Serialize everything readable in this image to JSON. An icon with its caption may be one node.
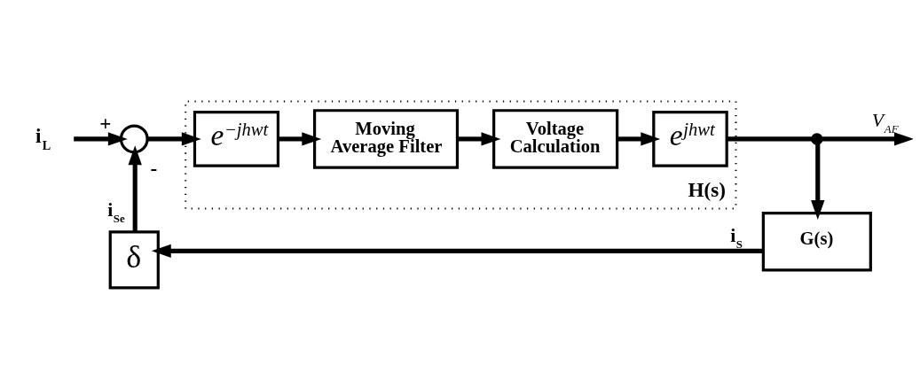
{
  "diagram": {
    "nodes": [
      {
        "text": [
          "i$_{L}$"
        ]
      },
      {
        "text": [],
        "shape": "circle",
        "beside": [
          "+",
          "-"
        ]
      },
      {
        "text": [
          "H(s)"
        ]
      },
      {
        "text": [
          "e$^{−jhwt}$"
        ],
        "in": 2
      },
      {
        "text": [
          "Moving Average Filter"
        ],
        "in": 2
      },
      {
        "text": [
          "Voltage Calculation"
        ],
        "in": 2
      },
      {
        "text": [
          "e$^{jhwt}$"
        ],
        "in": 2
      },
      {
        "text": [],
        "shape": "circle"
      },
      {
        "text": [
          "δ"
        ]
      },
      {
        "text": [
          "G(s)"
        ]
      }
    ],
    "edges": [
      {
        "from": 0,
        "to": 1,
        "arrow": "to"
      },
      {
        "from": 1,
        "to": 3,
        "arrow": "to"
      },
      {
        "from": 3,
        "to": 4,
        "arrow": "to"
      },
      {
        "from": 4,
        "to": 5,
        "arrow": "to"
      },
      {
        "from": 5,
        "to": 6,
        "arrow": "to"
      },
      {
        "from": 6,
        "to": 7,
        "arrow": "none"
      },
      {
        "from": 7,
        "to": null,
        "arrow": "to",
        "label": "V$_{AF}$"
      },
      {
        "from": 7,
        "to": 9,
        "arrow": "to"
      },
      {
        "from": 9,
        "to": 8,
        "arrow": "to",
        "label": "i$_{S}$"
      },
      {
        "from": 8,
        "to": 1,
        "arrow": "to",
        "label": "i$_{Se}$"
      }
    ]
  }
}
